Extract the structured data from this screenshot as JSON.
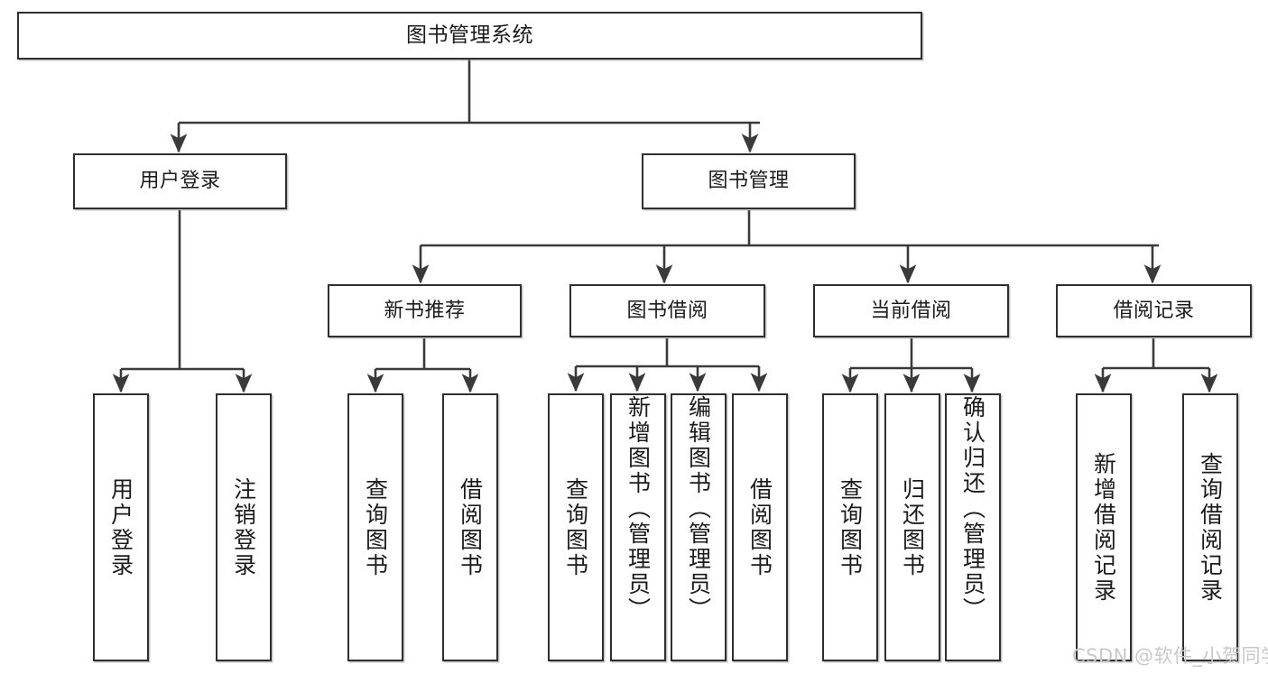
{
  "diagram": {
    "type": "hierarchy-tree",
    "title": "图书管理系统",
    "orientation": "top-down",
    "levels": 4,
    "colors": {
      "box_border": "#2f2f2f",
      "box_fill": "#ffffff",
      "connector": "#3a3a3a",
      "text": "#1b1b1b",
      "watermark": "#c9c9c9"
    },
    "nodes": {
      "root": {
        "label": "图书管理系统"
      },
      "level1": [
        {
          "id": "user-login",
          "label": "用户登录"
        },
        {
          "id": "book-manage",
          "label": "图书管理"
        }
      ],
      "level2": [
        {
          "id": "new-book-rec",
          "label": "新书推荐"
        },
        {
          "id": "book-borrow",
          "label": "图书借阅"
        },
        {
          "id": "current-borrow",
          "label": "当前借阅"
        },
        {
          "id": "borrow-record",
          "label": "借阅记录"
        }
      ],
      "leaves": {
        "user-login": [
          {
            "id": "leaf-user-login",
            "label": "用户登录"
          },
          {
            "id": "leaf-logout",
            "label": "注销登录"
          }
        ],
        "new-book-rec": [
          {
            "id": "leaf-query-book-1",
            "label": "查询图书"
          },
          {
            "id": "leaf-borrow-book-1",
            "label": "借阅图书"
          }
        ],
        "book-borrow": [
          {
            "id": "leaf-query-book-2",
            "label": "查询图书"
          },
          {
            "id": "leaf-add-book",
            "label": "新增图书（管理员）"
          },
          {
            "id": "leaf-edit-book",
            "label": "编辑图书（管理员）"
          },
          {
            "id": "leaf-borrow-book-2",
            "label": "借阅图书"
          }
        ],
        "current-borrow": [
          {
            "id": "leaf-query-book-3",
            "label": "查询图书"
          },
          {
            "id": "leaf-return-book",
            "label": "归还图书"
          },
          {
            "id": "leaf-confirm-return",
            "label": "确认归还（管理员）"
          }
        ],
        "borrow-record": [
          {
            "id": "leaf-add-record",
            "label": "新增借阅记录"
          },
          {
            "id": "leaf-query-record",
            "label": "查询借阅记录"
          }
        ]
      }
    },
    "watermark": "CSDN @软件_小贺同学"
  }
}
